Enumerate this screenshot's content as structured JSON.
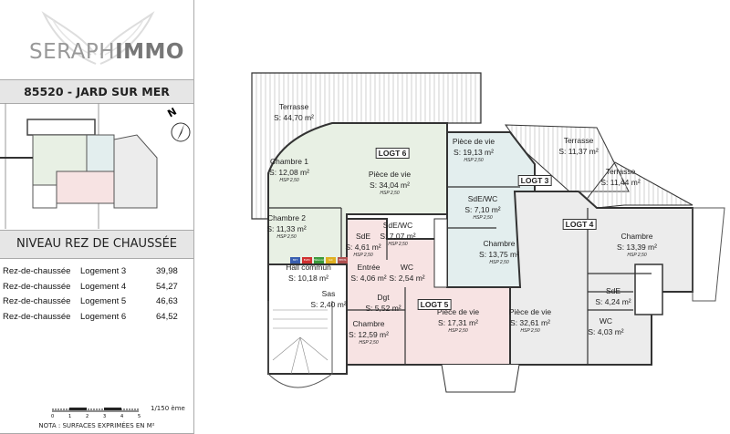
{
  "brand": {
    "name_light": "SERAPH",
    "name_bold": "IMMO"
  },
  "address": "85520 - JARD SUR MER",
  "level_title": "NIVEAU REZ DE CHAUSSÉE",
  "units": [
    {
      "level": "Rez-de-chaussée",
      "unit": "Logement 3",
      "area": "39,98"
    },
    {
      "level": "Rez-de-chaussée",
      "unit": "Logement 4",
      "area": "54,27"
    },
    {
      "level": "Rez-de-chaussée",
      "unit": "Logement 5",
      "area": "46,63"
    },
    {
      "level": "Rez-de-chaussée",
      "unit": "Logement 6",
      "area": "64,52"
    }
  ],
  "scale": {
    "ticks": [
      "0",
      "1",
      "2",
      "3",
      "4",
      "5"
    ],
    "label": "1/150 ème"
  },
  "nota": "NOTA : SURFACES EXPRIMÉES EN M²",
  "compass": "N",
  "colors": {
    "logt6": "#e8f0e4",
    "logt3": "#e3eeee",
    "logt5": "#f7e3e3",
    "logt4": "#ececec",
    "terrace_hatch": "#bbbbbb"
  },
  "plan": {
    "logts": [
      "LOGT 6",
      "LOGT 3",
      "LOGT 4",
      "LOGT 5"
    ],
    "rooms": [
      {
        "name": "Terrasse",
        "area": "S: 44,70 m²",
        "hsp": ""
      },
      {
        "name": "Chambre 1",
        "area": "S: 12,08 m²",
        "hsp": "HSP 2,50"
      },
      {
        "name": "Pièce de vie",
        "area": "S: 34,04 m²",
        "hsp": "HSP 2,50"
      },
      {
        "name": "Chambre 2",
        "area": "S: 11,33 m²",
        "hsp": "HSP 2,50"
      },
      {
        "name": "SdE",
        "area": "S: 4,61 m²",
        "hsp": "HSP 2,50"
      },
      {
        "name": "SdE/WC",
        "area": "S: 7,07 m²",
        "hsp": "HSP 2,50"
      },
      {
        "name": "Hall commun",
        "area": "S: 10,18 m²",
        "hsp": ""
      },
      {
        "name": "Entrée",
        "area": "S: 4,06 m²",
        "hsp": ""
      },
      {
        "name": "WC",
        "area": "S: 2,54 m²",
        "hsp": ""
      },
      {
        "name": "Sas",
        "area": "S: 2,40 m²",
        "hsp": ""
      },
      {
        "name": "Dgt",
        "area": "S: 5,52 m²",
        "hsp": ""
      },
      {
        "name": "Chambre",
        "area": "S: 12,59 m²",
        "hsp": "HSP 2,50"
      },
      {
        "name": "Pièce de vie",
        "area": "S: 17,31 m²",
        "hsp": "HSP 2,50"
      },
      {
        "name": "Pièce de vie",
        "area": "S: 32,61 m²",
        "hsp": "HSP 2,50"
      },
      {
        "name": "SdE",
        "area": "S: 4,24 m²",
        "hsp": ""
      },
      {
        "name": "WC",
        "area": "S: 4,03 m²",
        "hsp": ""
      },
      {
        "name": "Pièce de vie",
        "area": "S: 19,13 m²",
        "hsp": "HSP 2,50"
      },
      {
        "name": "SdE/WC",
        "area": "S: 7,10 m²",
        "hsp": "HSP 2,50"
      },
      {
        "name": "Chambre",
        "area": "S: 13,75 m²",
        "hsp": "HSP 2,50"
      },
      {
        "name": "Chambre",
        "area": "S: 13,39 m²",
        "hsp": "HSP 2,50"
      },
      {
        "name": "Terrasse",
        "area": "S: 11,37 m²",
        "hsp": ""
      },
      {
        "name": "Terrasse",
        "area": "S: 11,44 m²",
        "hsp": ""
      }
    ],
    "ventilation_labels": [
      "MIT",
      "ELEC",
      "Télécom",
      "GC",
      "EPDS"
    ]
  }
}
